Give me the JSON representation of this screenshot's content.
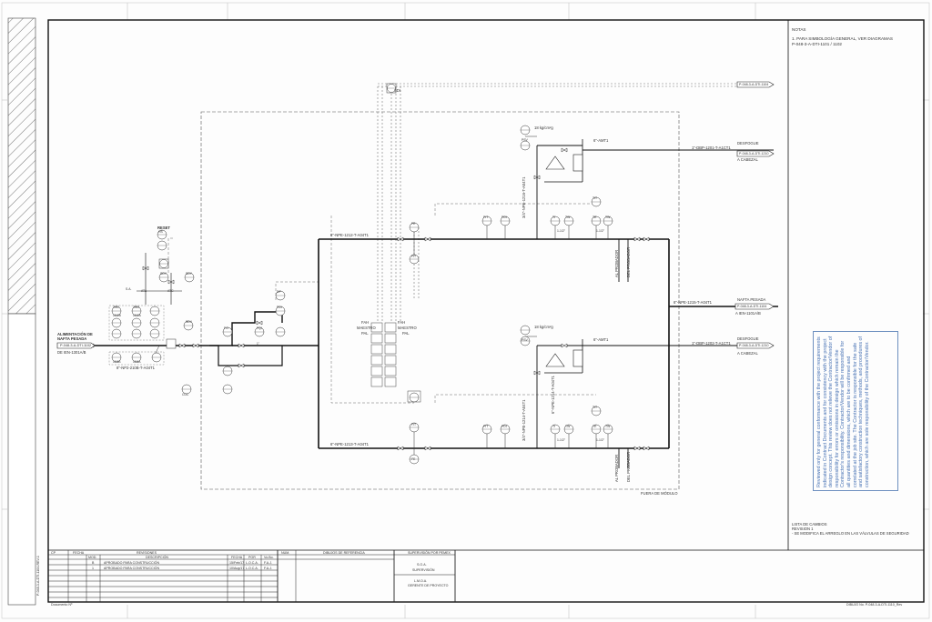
{
  "notes": {
    "title": "NOTAS",
    "line1": "1. PARA SIMBOLOGÍA GENERAL, VER DIAGRAMAS",
    "line2": "P-048-3-A-DTI-1101 / 1102"
  },
  "change_list": {
    "title": "LISTA DE CAMBIOS",
    "revision": "REVISION 1",
    "item": "- SE MODIFICA EL ARREGLO EN LAS VÁLVULAS DE SEGURIDAD"
  },
  "stamp_text": "Reviewed only for general conformance with the project requirements indicated in Contract Documents and for consistency with the project design concept. This review does not relieve the Contractor/Vendor of responsibility for errors or omissions in design which remain the Contractor's responsibility. Contractor/Vendor will be responsible for all quantities and dimensions, which are to be confirmed and correlated at the job site. The Contractor is responsible for the safe and satisfactory construction techniques, methods, and procedures of construction, which are sole responsibility of the Contractor/Vendor.",
  "labels": {
    "feed_title1": "ALIMENTACIÓN DE",
    "feed_title2": "NAFTA PESADA",
    "feed_ref": "P-048-3-A-DTI-1102",
    "feed_line": "DE IEN-1301A/B",
    "line_8in": "8\"-NP2-210B-T-A04T1",
    "line_top_left": "6\"-NPE-1212-T-A04T1",
    "line_bot_left": "6\"-NPE-1213-T-A04T1",
    "line_vert1": "3/4\"-NPE-1216-T-A04T1",
    "line_vert2": "3/4\"-NPE-1214-T-A04T1",
    "line_vert_right": "6\"-NPE-1214-T-A04T1",
    "line_right": "6\"-NPE-1215-T-A04T1",
    "out_despogue": "DESFOGUE",
    "out_despogue_line": "1\"-DBP-1201-T-A1CT1",
    "out_despogue_ref": "P-048-3-A-DTI-1210",
    "out_cabezal": "A CABEZAL",
    "out_nafta": "NAFTA PESADA",
    "out_nafta_ref": "P-048-3-A-DTI-1104",
    "out_nafta_dest": "A IEN-1101A/B",
    "out_despogue2_line": "1\"-DBP-1202-T-A1CT1",
    "out_despogue2_ref": "P-048-3-A-DTI-1210",
    "out_cabezal2": "A CABEZAL",
    "top_ref": "P-048-3-A-DTI-1104",
    "sdi": "SDI",
    "reset": "RESET",
    "fuera_modulo": "FUERA DE MÓDULO",
    "al_probador": "AL PROBADOR",
    "del_probador": "DEL PROBADOR",
    "al_probador2": "AL PROBADOR",
    "del_probador2": "DEL PROBADOR",
    "psv_set": "18 kg/cm²g",
    "psv_set2": "18 kg/cm²g",
    "psv_tag": "6\"-AMT1",
    "psv_tag2": "6\"-AMT1",
    "maestro": "MAESTRO",
    "pal": "PAL",
    "fah": "FAH",
    "fy": "FY",
    "tag_psv1": "PSV",
    "tag_psv2": "PSV",
    "tag_fe1": "FE",
    "tag_fe2": "FE",
    "tag_fit1": "FIT",
    "tag_fit2": "FIT",
    "tag_pit1": "PIT",
    "tag_pit2": "PIT",
    "tag_ti1": "TI",
    "tag_tw1": "TW",
    "tag_ti2": "TI",
    "tag_tw2": "TW",
    "tag_te1": "TE",
    "tag_tit1": "TIT",
    "tag_te2": "TE",
    "tag_tit2": "TIT",
    "tag_pdi1": "PDI",
    "tag_pdi2": "PDI",
    "tag_dp": "DP",
    "tag_pdi_main": "PDI",
    "tag_sdy": "SDY",
    "tag_sdv": "SDV",
    "tag_zsc": "ZSC",
    "tag_zso": "ZSO",
    "tag_hs": "HS",
    "tag_fo": "FO",
    "tag_fqi": "FQI",
    "num_1112": "1112B",
    "num_1112a": "1112A",
    "num_1111": "1111B",
    "num_1111a": "1111A",
    "cdc": "CDC",
    "ata": "ATA",
    "atc": "ATC",
    "size_1_5": "1-1/2\"",
    "sa": "S.A.",
    "hs_aux": "1\""
  },
  "title_block": {
    "headers": {
      "cp": "CP",
      "fecha": "FECHA",
      "rev": "REVISIONES",
      "mod": "MOD.",
      "descripcion": "DESCRIPCIÓN",
      "fecha2": "FECHA",
      "por": "POR",
      "vobo": "Vo.Bo.",
      "num": "NUM.",
      "dibujos": "DIBUJOS DE REFERENCIA",
      "supervision": "SUPERVISIÓN POR PEMEX"
    },
    "rows": [
      {
        "mod": "B",
        "desc": "APROBADO PARA CONSTRUCCIÓN",
        "fecha": "15/Feb/17",
        "por": "L.O.C.A.",
        "vobo": "F.A.J."
      },
      {
        "mod": "1",
        "desc": "APROBADO PARA CONSTRUCCIÓN",
        "fecha": "10/Aug/17",
        "por": "L.O.C.A.",
        "vobo": "F.A.J."
      }
    ],
    "sup1": "S.O.A.",
    "sup1b": "SUPERVISIÓN",
    "sup2": "L.M.O.A.",
    "sup2b": "GERENTE DE PROYECTO",
    "doc_left": "Documento Nº",
    "side_left": "P-048-3-A-DTI-1104-REV-1",
    "footer_right": "DIBUJO No. P-048-3-A-DTI-1110_Rev"
  }
}
